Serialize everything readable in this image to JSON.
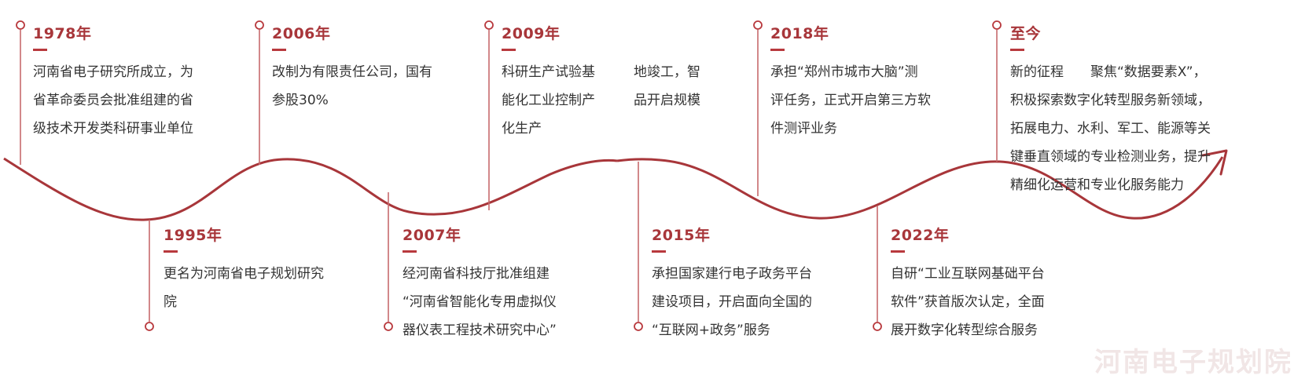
{
  "watermark": "河南电子规划院",
  "colors": {
    "accent": "#a8363a",
    "line": "#a8363a",
    "text": "#333333"
  },
  "milestones": [
    {
      "year": "1978年",
      "text": "河南省电子研究所成立，为\n省革命委员会批准组建的省\n级技术开发类科研事业单位"
    },
    {
      "year": "1995年",
      "text": "更名为河南省电子规划研究\n院"
    },
    {
      "year": "2006年",
      "text": "改制为有限责任公司，国有\n参股30%"
    },
    {
      "year": "2007年",
      "text": "经河南省科技厅批准组建\n“河南省智能化专用虚拟仪\n器仪表工程技术研究中心”"
    },
    {
      "year": "2009年",
      "text": "科研生产试验基\n能化工业控制产\n化生产",
      "text_extra": "地竣工，智\n品开启规模"
    },
    {
      "year": "2015年",
      "text": "承担国家建行电子政务平台\n建设项目，开启面向全国的\n“互联网+政务”服务"
    },
    {
      "year": "2018年",
      "text": "承担“郑州市城市大脑”测\n评任务，正式开启第三方软\n件测评业务"
    },
    {
      "year": "2022年",
      "text": "自研“工业互联网基础平台\n软件”获首版次认定，全面\n展开数字化转型综合服务"
    },
    {
      "year": "至今",
      "text": "新的征程　　聚焦“数据要素X”，\n积极探索数字化转型服务新领域，\n拓展电力、水利、军工、能源等关\n键垂直领域的专业检测业务，提升\n精细化运营和专业化服务能力"
    }
  ]
}
